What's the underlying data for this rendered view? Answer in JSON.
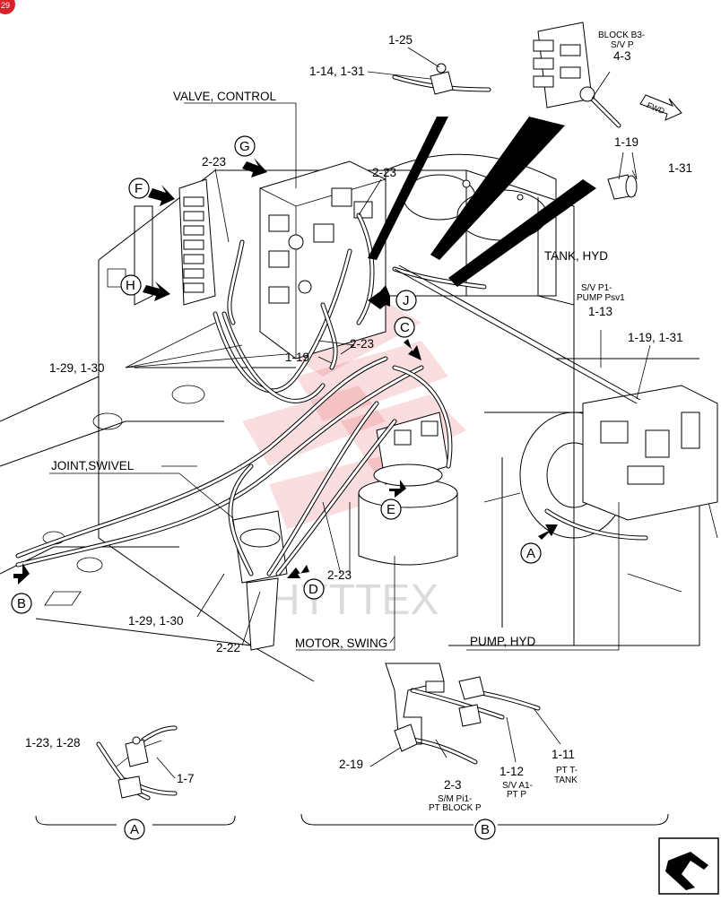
{
  "page_badge": "29",
  "watermark": "HYTTEX",
  "labels": {
    "valve_control": "VALVE, CONTROL",
    "block_b3": "BLOCK B3-",
    "sv_p": "S/V P",
    "num_4_3": "4-3",
    "fwd": "FWD",
    "tank_hyd": "TANK, HYD",
    "sv_p1": "S/V P1-",
    "pump_psv1": "PUMP Psv1",
    "num_1_13": "1-13",
    "num_1_19_1_31_right": "1-19, 1-31",
    "num_1_19_top": "1-19",
    "num_1_31_top": "1-31",
    "num_1_25": "1-25",
    "num_1_14_1_31": "1-14, 1-31",
    "num_2_23_a": "2-23",
    "num_2_23_b": "2-23",
    "num_2_23_c": "2-23",
    "num_2_23_d": "2-23",
    "num_1_19_mid": "1-19",
    "num_1_29_1_30_a": "1-29, 1-30",
    "num_1_29_1_30_b": "1-29, 1-30",
    "joint_swivel": "JOINT,SWIVEL",
    "num_2_22": "2-22",
    "motor_swing": "MOTOR, SWING",
    "pump_hyd": "PUMP, HYD",
    "num_1_23_1_28": "1-23, 1-28",
    "num_1_7": "1-7",
    "num_2_19": "2-19",
    "num_2_3": "2-3",
    "sm_pi1": "S/M Pi1-",
    "pt_block_p": "PT BLOCK P",
    "num_1_12": "1-12",
    "sv_a1": "S/V A1-",
    "pt_p": "PT P",
    "num_1_11": "1-11",
    "pt_t": "PT T-",
    "tank": "TANK"
  },
  "callouts": {
    "A": "A",
    "B": "B",
    "C": "C",
    "D": "D",
    "E": "E",
    "F": "F",
    "G": "G",
    "H": "H",
    "J": "J",
    "detail_A": "A",
    "detail_B": "B"
  },
  "colors": {
    "ink": "#000000",
    "watermark": "#e0303a",
    "badge": "#d8232a"
  },
  "icons": {
    "nav": "next-page-arrow-icon"
  }
}
